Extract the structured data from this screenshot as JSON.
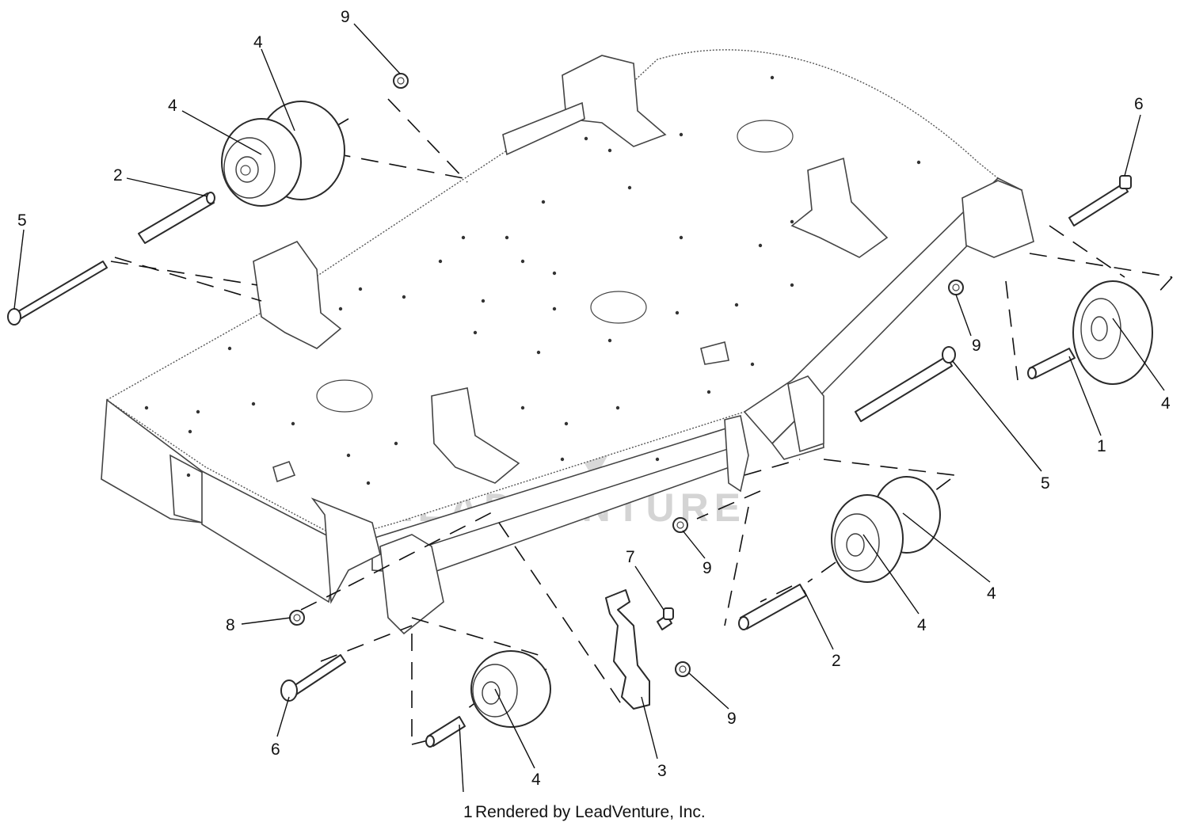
{
  "watermark": {
    "text": "LEADVENTURE"
  },
  "credit": "Rendered by LeadVenture, Inc.",
  "callouts": {
    "c1": "1",
    "c2": "2",
    "c3": "3",
    "c4": "4",
    "c5": "5",
    "c6": "6",
    "c7": "7",
    "c8": "8",
    "c9": "9"
  }
}
